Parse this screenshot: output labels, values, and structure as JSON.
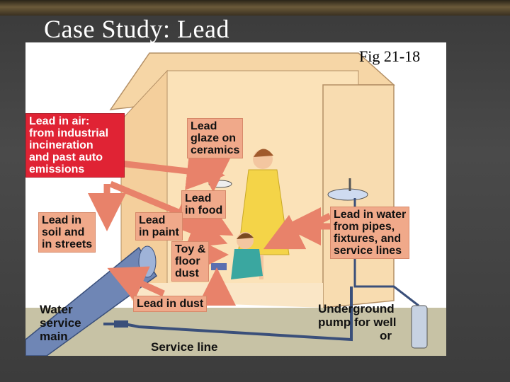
{
  "slide": {
    "title": "Case Study: Lead",
    "figure_ref": "Fig 21-18"
  },
  "diagram": {
    "labels": {
      "lead_in_air": "Lead in air:\nfrom industrial\nincineration\nand past auto\nemissions",
      "lead_glaze": "Lead\nglaze on\nceramics",
      "lead_in_food": "Lead\nin food",
      "lead_in_soil": "Lead in\nsoil and\nin streets",
      "lead_in_paint": "Lead\nin paint",
      "toy_floor_dust": "Toy &\nfloor\ndust",
      "lead_in_water": "Lead in water\nfrom pipes,\nfixtures, and\nservice lines",
      "lead_in_dust": "Lead in dust",
      "water_service_main": "Water\nservice\nmain",
      "underground_pump": "Underground\npump for well",
      "or": "or",
      "service_line": "Service line"
    },
    "colors": {
      "red_box": "#e02334",
      "salmon_box": "#f0a98a",
      "arrow": "#e8826a",
      "wall": "#fbe2b8",
      "pipe": "#6f86b5"
    }
  }
}
